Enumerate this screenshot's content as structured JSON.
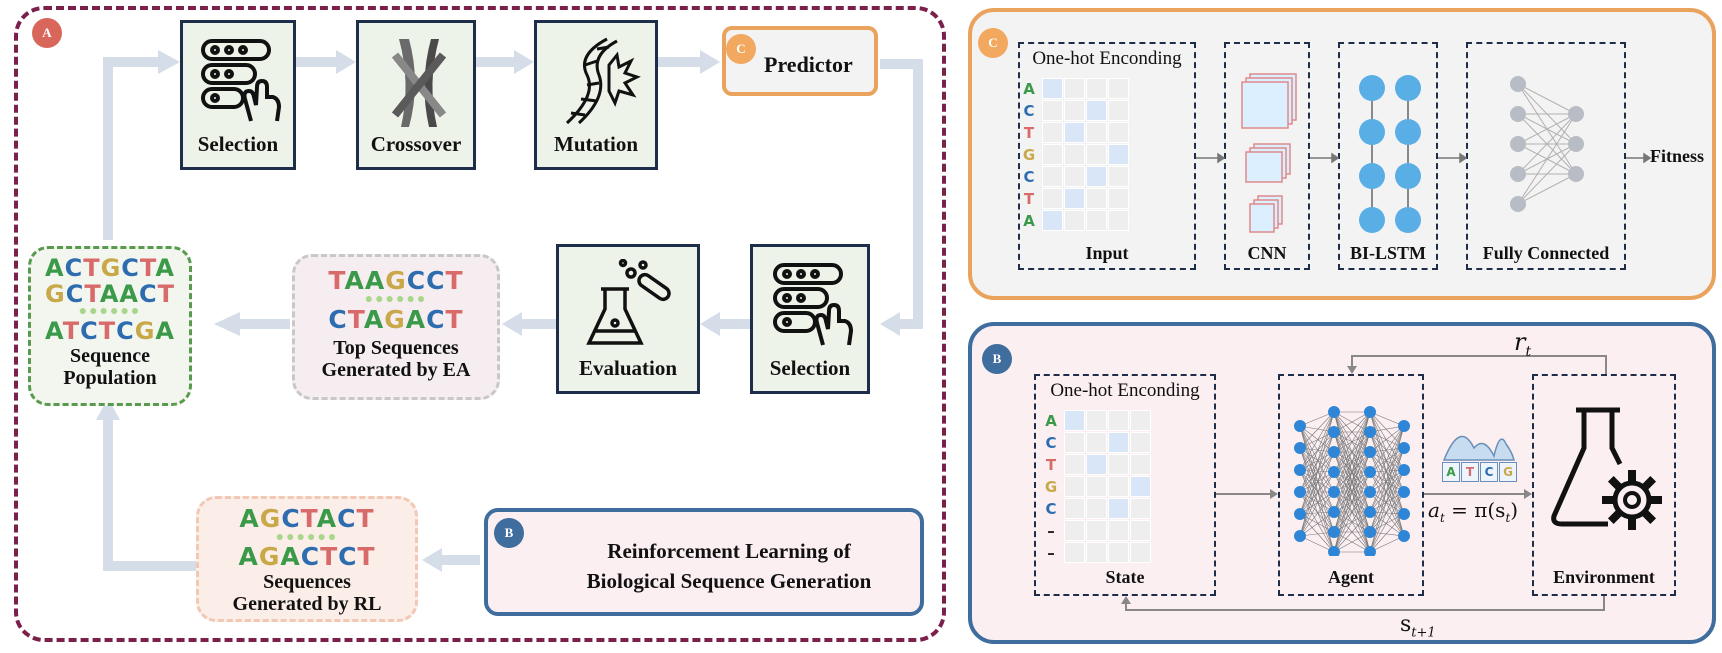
{
  "panel_a": {
    "badge": "A",
    "steps": {
      "selection_top": "Selection",
      "crossover": "Crossover",
      "mutation": "Mutation",
      "evaluation": "Evaluation",
      "selection_bottom": "Selection"
    },
    "predictor": {
      "badge": "C",
      "label": "Predictor"
    },
    "population": {
      "line1": [
        "A",
        "C",
        "T",
        "G",
        "C",
        "T",
        "A"
      ],
      "line2": [
        "G",
        "C",
        "T",
        "A",
        "A",
        "C",
        "T"
      ],
      "line3": [
        "A",
        "T",
        "C",
        "T",
        "C",
        "G",
        "A"
      ],
      "label_line1": "Sequence",
      "label_line2": "Population"
    },
    "top_sequences": {
      "line1": [
        "T",
        "A",
        "A",
        "G",
        "C",
        "C",
        "T"
      ],
      "line2": [
        "C",
        "T",
        "A",
        "G",
        "A",
        "C",
        "T"
      ],
      "label_line1": "Top Sequences",
      "label_line2": "Generated by EA"
    },
    "rl_sequences": {
      "line1": [
        "A",
        "G",
        "C",
        "T",
        "A",
        "C",
        "T"
      ],
      "line2": [
        "A",
        "G",
        "A",
        "C",
        "T",
        "C",
        "T"
      ],
      "label_line1": "Sequences",
      "label_line2": "Generated by RL"
    },
    "rl_box": {
      "badge": "B",
      "line1": "Reinforcement Learning of",
      "line2": "Biological Sequence Generation"
    }
  },
  "panel_c": {
    "badge": "C",
    "encoding_title": "One-hot Enconding",
    "nucleotides": [
      "A",
      "C",
      "T",
      "G",
      "C",
      "T",
      "A"
    ],
    "input_label": "Input",
    "cnn_label": "CNN",
    "bilstm_label": "BI-LSTM",
    "fc_label": "Fully Connected",
    "output_label": "Fitness"
  },
  "panel_b": {
    "badge": "B",
    "encoding_title": "One-hot Enconding",
    "nucleotides": [
      "A",
      "C",
      "T",
      "G",
      "C",
      "–",
      "–"
    ],
    "state_label": "State",
    "agent_label": "Agent",
    "environment_label": "Environment",
    "reward_label": "r",
    "reward_sub": "t",
    "next_state_label": "s",
    "next_state_sub": "t+1",
    "action_label": "a",
    "action_sub": "t",
    "action_formula": " = π(s",
    "action_formula_sub": "t",
    "action_formula_end": ")",
    "action_tiles": [
      "A",
      "T",
      "C",
      "G"
    ]
  },
  "colors": {
    "A": "#3a9a4a",
    "C": "#2e6cb0",
    "T": "#d96a6a",
    "G": "#c9a84a",
    "arrow": "#d4dde8",
    "panel_a_border": "#7b1f4b",
    "panel_c_border": "#e9a35c",
    "panel_b_border": "#3f6d9e"
  }
}
